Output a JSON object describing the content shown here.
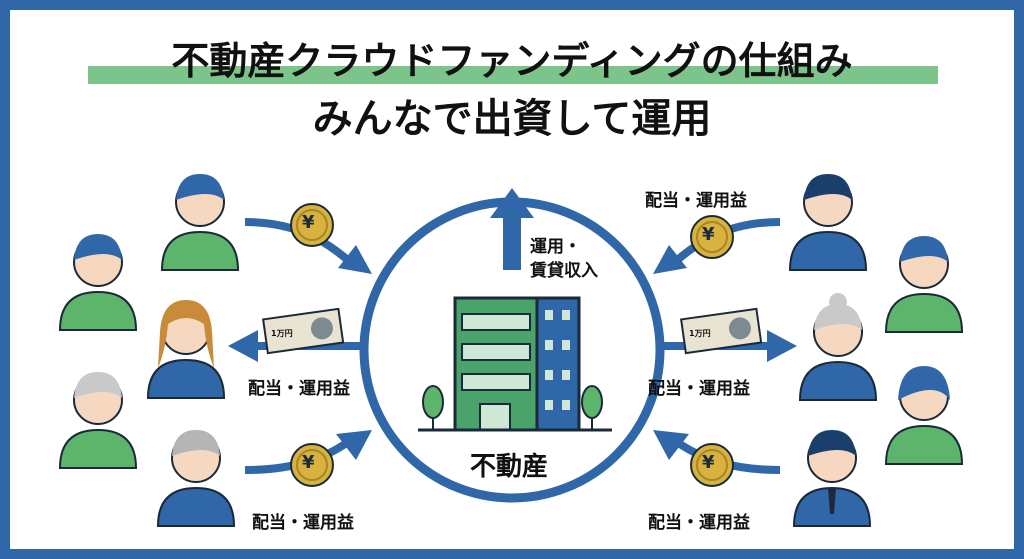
{
  "title": "不動産クラウドファンディングの仕組み",
  "subtitle": "みんなで出資して運用",
  "center_label": "不動産",
  "center_income": [
    "運用・",
    "賃貸収入"
  ],
  "return_label": "配当・運用益",
  "banknote_label": "1万円",
  "coin_symbol": "¥",
  "colors": {
    "frame": "#2f67a8",
    "green": "#5cb56b",
    "highlight": "#7cc48a",
    "coin": "#d9b23d",
    "building": "#4aa36a"
  }
}
